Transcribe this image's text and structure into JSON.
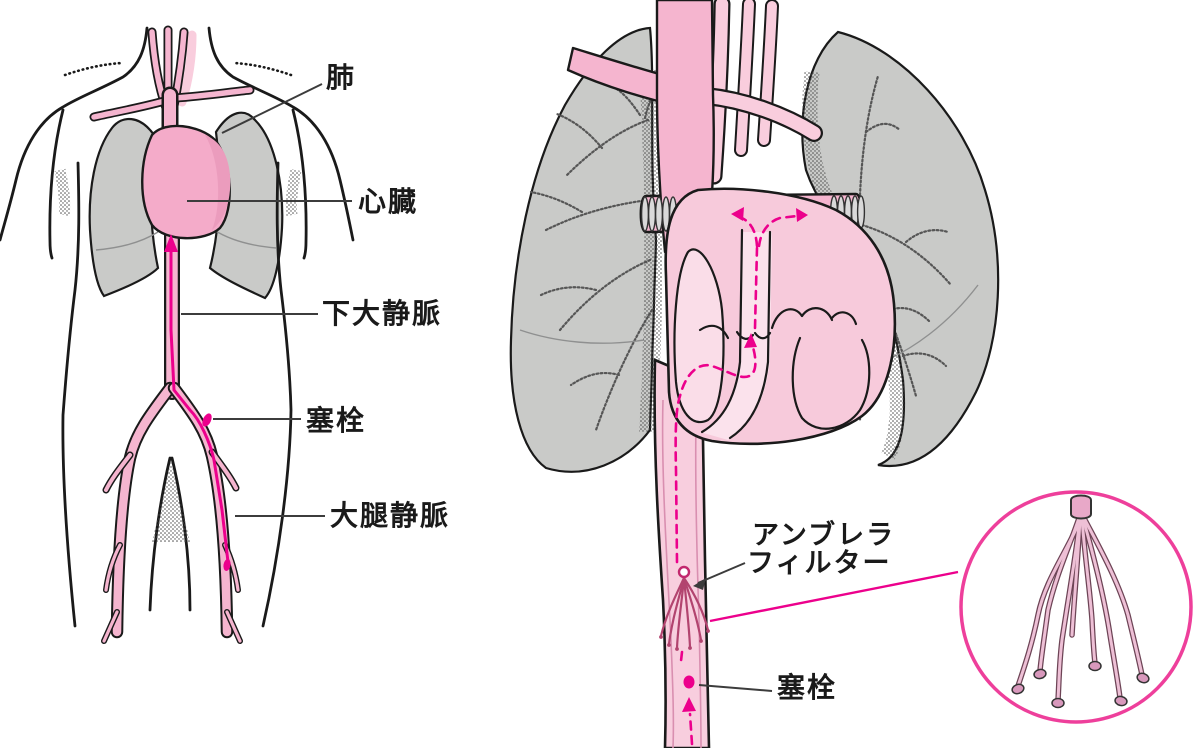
{
  "figure": {
    "left_panel": {
      "name": "body-overview",
      "labels": {
        "lung": "肺",
        "heart": "心臓",
        "inferior_vena_cava": "下大静脈",
        "embolus": "塞栓",
        "femoral_vein": "大腿静脈"
      }
    },
    "right_panel": {
      "name": "chest-detail",
      "labels": {
        "umbrella_filter_line1": "アンブレラ",
        "umbrella_filter_line2": "フィルター",
        "embolus": "塞栓"
      }
    }
  },
  "colors": {
    "background": "#ffffff",
    "lung_gray": "#c9cac8",
    "outline_black": "#1a1a1a",
    "vessel_pink": "#f5b5cf",
    "vessel_pink_light": "#f9cddd",
    "heart_pink": "#f4abc9",
    "heart_interior_pink": "#f7cadb",
    "chamber_pink": "#fadde8",
    "accent_magenta": "#ec008c",
    "inset_border_magenta": "#ee3f9b",
    "leader_gray": "#3c3c3c",
    "filter_pink": "#eec0d6",
    "filter_outline": "#6d4456"
  }
}
